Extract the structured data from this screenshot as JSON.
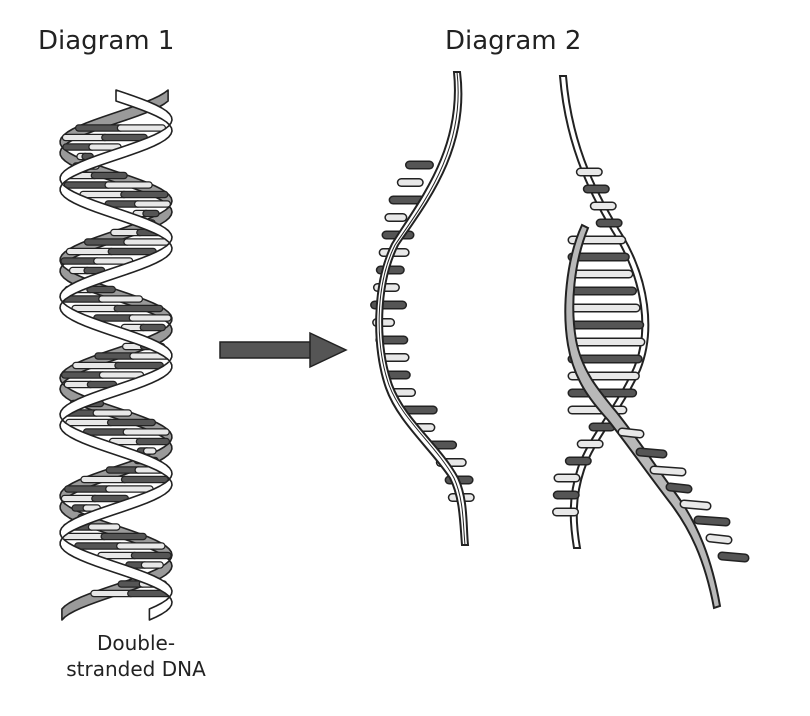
{
  "diagram_1": {
    "title": "Diagram 1",
    "caption_line_1": "Double-",
    "caption_line_2": "stranded DNA"
  },
  "diagram_2": {
    "title": "Diagram 2"
  },
  "colors": {
    "ink": "#222222",
    "dark_base": "#555555",
    "light_base": "#e8e8e8",
    "backbone": "#ffffff",
    "new_strand": "#b8b8b8"
  }
}
